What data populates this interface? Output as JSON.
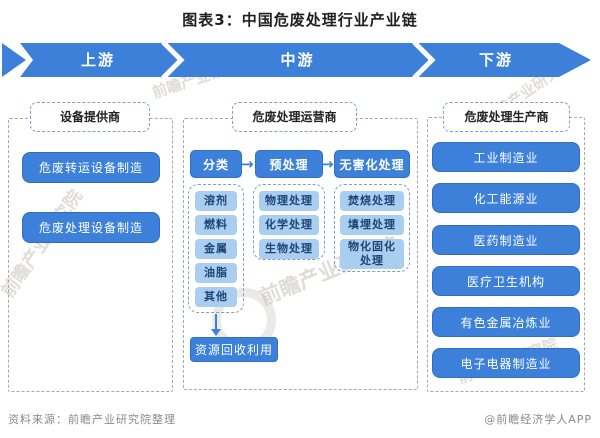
{
  "title": "图表3：中国危废处理行业产业链",
  "banner": {
    "sections": [
      {
        "label": "上游"
      },
      {
        "label": "中游"
      },
      {
        "label": "下游"
      }
    ]
  },
  "upstream": {
    "header": "设备提供商",
    "items": [
      "危废转运设备制造",
      "危废处理设备制造"
    ]
  },
  "midstream": {
    "header": "危废处理运营商",
    "stages": [
      {
        "label": "分类",
        "subitems": [
          "溶剂",
          "燃料",
          "金属",
          "油脂",
          "其他"
        ]
      },
      {
        "label": "预处理",
        "subitems": [
          "物理处理",
          "化学处理",
          "生物处理"
        ]
      },
      {
        "label": "无害化处理",
        "subitems": [
          "焚烧处理",
          "填埋处理",
          "物化固化处理"
        ]
      }
    ],
    "recycle_label": "资源回收利用"
  },
  "downstream": {
    "header": "危废处理生产商",
    "items": [
      "工业制造业",
      "化工能源业",
      "医药制造业",
      "医疗卫生机构",
      "有色金属冶炼业",
      "电子电器制造业"
    ]
  },
  "footer": {
    "source": "资料来源：前瞻产业研究院整理",
    "credit": "@前瞻经济学人APP"
  },
  "watermark_text": "前瞻产业研究院",
  "colors": {
    "primary_blue": "#3d80da",
    "light_blue_pill": "#a9ceef",
    "pill_text": "#1c4475",
    "inner_dashed_border": "#7f9fc6",
    "outer_dashed_border": "#a2a9b0",
    "footer_text": "#8a8a8a"
  }
}
